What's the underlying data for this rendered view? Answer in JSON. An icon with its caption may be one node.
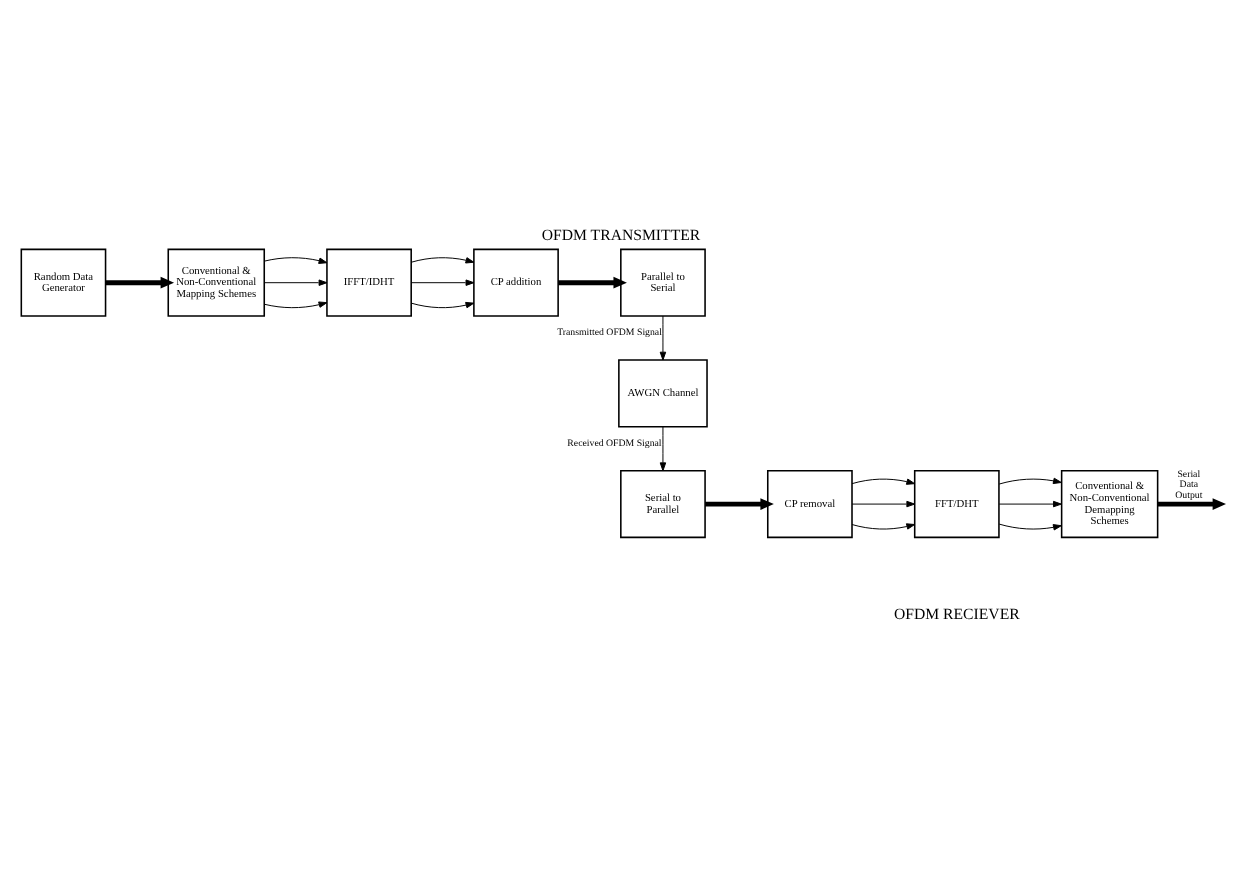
{
  "diagram": {
    "title": "OFDM TRANSMITTER",
    "caption": "OFDM RECIEVER",
    "nodes": [
      {
        "text": [
          "Random Data Generator"
        ]
      },
      {
        "text": [
          "Conventional & Non-Conventional Mapping Schemes"
        ]
      },
      {
        "text": [
          "IFFT/IDHT"
        ]
      },
      {
        "text": [
          "CP addition"
        ]
      },
      {
        "text": [
          "Parallel to Serial"
        ]
      },
      {
        "text": [
          "AWGN Channel"
        ]
      },
      {
        "text": [
          "Serial to Parallel"
        ]
      },
      {
        "text": [
          "CP removal"
        ]
      },
      {
        "text": [
          "FFT/DHT"
        ]
      },
      {
        "text": [
          "Conventional & Non-Conventional Demapping Schemes"
        ]
      }
    ],
    "edges": [
      {
        "from": 0,
        "to": 1,
        "arrow": "to",
        "style": "thick"
      },
      {
        "from": 1,
        "to": 2,
        "arrow": "to"
      },
      {
        "from": 1,
        "to": 2,
        "arrow": "to"
      },
      {
        "from": 1,
        "to": 2,
        "arrow": "to"
      },
      {
        "from": 2,
        "to": 3,
        "arrow": "to"
      },
      {
        "from": 2,
        "to": 3,
        "arrow": "to"
      },
      {
        "from": 2,
        "to": 3,
        "arrow": "to"
      },
      {
        "from": 3,
        "to": 4,
        "arrow": "to",
        "style": "thick"
      },
      {
        "from": 4,
        "to": 5,
        "arrow": "to",
        "label": "Transmitted OFDM Signal"
      },
      {
        "from": 5,
        "to": 6,
        "arrow": "to",
        "label": "Received OFDM Signal"
      },
      {
        "from": 6,
        "to": 7,
        "arrow": "to",
        "style": "thick"
      },
      {
        "from": 7,
        "to": 8,
        "arrow": "to"
      },
      {
        "from": 7,
        "to": 8,
        "arrow": "to"
      },
      {
        "from": 7,
        "to": 8,
        "arrow": "to"
      },
      {
        "from": 8,
        "to": 9,
        "arrow": "to"
      },
      {
        "from": 8,
        "to": 9,
        "arrow": "to"
      },
      {
        "from": 8,
        "to": 9,
        "arrow": "to"
      },
      {
        "from": 9,
        "to": null,
        "arrow": "to",
        "style": "thick",
        "label": "Serial Data Output"
      }
    ]
  }
}
